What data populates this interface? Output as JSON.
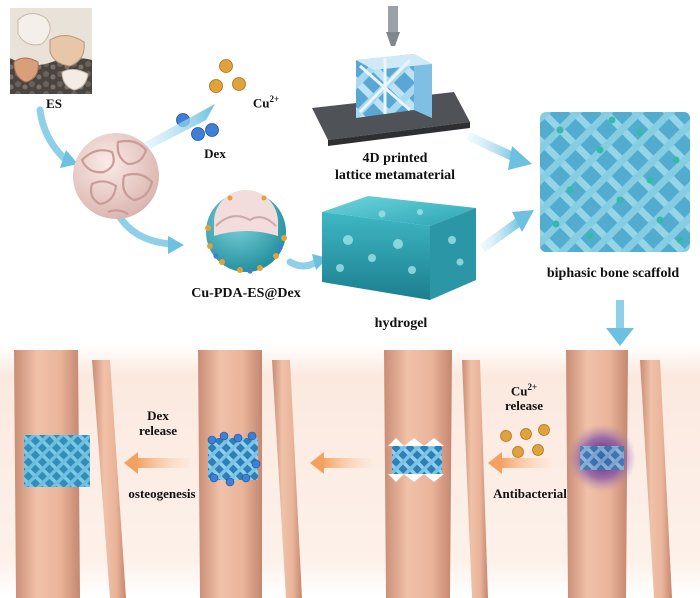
{
  "labels": {
    "es": "ES",
    "cu_ion": "Cu",
    "cu_charge": "2+",
    "dex": "Dex",
    "printed_line1": "4D printed",
    "printed_line2": "lattice metamaterial",
    "hydrogel": "hydrogel",
    "cu_pda": "Cu-PDA-ES@Dex",
    "biphasic": "biphasic bone scaffold",
    "dex_release_line1": "Dex",
    "dex_release_line2": "release",
    "osteogenesis": "osteogenesis",
    "cu_release_ion": "Cu",
    "cu_release_charge": "2+",
    "cu_release_word": "release",
    "antibacterial": "Antibacterial"
  },
  "colors": {
    "arrow_blue": "#8fd0e8",
    "arrow_orange": "#f4b27a",
    "cu_particle": "#e0a23a",
    "dex_particle": "#3f7fd6",
    "hydrogel": "#3fb7c4",
    "lattice": "#9fd3ef",
    "bone": "#e8b39a",
    "infection": "#5a2a8f"
  }
}
